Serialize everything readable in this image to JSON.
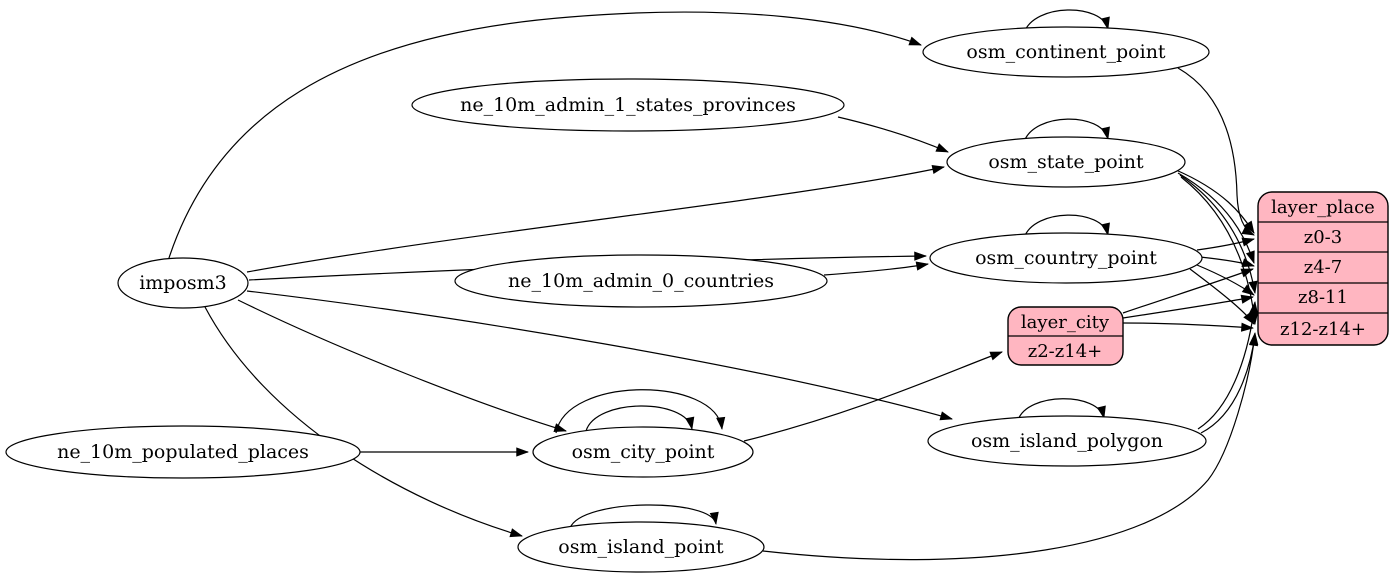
{
  "diagram": {
    "type": "etl-dependency-graph",
    "colors": {
      "background": "#ffffff",
      "node_fill": "#ffffff",
      "record_fill": "#ffb6c1",
      "stroke": "#000000",
      "text": "#000000"
    },
    "nodes": {
      "imposm3": {
        "label": "imposm3",
        "shape": "ellipse"
      },
      "ne_10m_admin_1_states_provinces": {
        "label": "ne_10m_admin_1_states_provinces",
        "shape": "ellipse"
      },
      "ne_10m_admin_0_countries": {
        "label": "ne_10m_admin_0_countries",
        "shape": "ellipse"
      },
      "ne_10m_populated_places": {
        "label": "ne_10m_populated_places",
        "shape": "ellipse"
      },
      "osm_continent_point": {
        "label": "osm_continent_point",
        "shape": "ellipse"
      },
      "osm_state_point": {
        "label": "osm_state_point",
        "shape": "ellipse"
      },
      "osm_country_point": {
        "label": "osm_country_point",
        "shape": "ellipse"
      },
      "osm_city_point": {
        "label": "osm_city_point",
        "shape": "ellipse"
      },
      "osm_island_polygon": {
        "label": "osm_island_polygon",
        "shape": "ellipse"
      },
      "osm_island_point": {
        "label": "osm_island_point",
        "shape": "ellipse"
      },
      "layer_city": {
        "label": "layer_city",
        "shape": "record",
        "rows": [
          "z2-z14+"
        ]
      },
      "layer_place": {
        "label": "layer_place",
        "shape": "record",
        "rows": [
          "z0-3",
          "z4-7",
          "z8-11",
          "z12-z14+"
        ]
      }
    },
    "edges": [
      {
        "from": "imposm3",
        "to": "osm_continent_point"
      },
      {
        "from": "imposm3",
        "to": "osm_state_point"
      },
      {
        "from": "imposm3",
        "to": "osm_country_point"
      },
      {
        "from": "imposm3",
        "to": "osm_city_point"
      },
      {
        "from": "imposm3",
        "to": "osm_island_polygon"
      },
      {
        "from": "imposm3",
        "to": "osm_island_point"
      },
      {
        "from": "ne_10m_admin_1_states_provinces",
        "to": "osm_state_point"
      },
      {
        "from": "ne_10m_admin_0_countries",
        "to": "osm_country_point"
      },
      {
        "from": "ne_10m_populated_places",
        "to": "osm_city_point"
      },
      {
        "from": "osm_continent_point",
        "to": "osm_continent_point",
        "self_loop": true
      },
      {
        "from": "osm_state_point",
        "to": "osm_state_point",
        "self_loop": true
      },
      {
        "from": "osm_country_point",
        "to": "osm_country_point",
        "self_loop": true
      },
      {
        "from": "osm_city_point",
        "to": "osm_city_point",
        "self_loop": true
      },
      {
        "from": "osm_city_point",
        "to": "osm_city_point",
        "self_loop": true
      },
      {
        "from": "osm_island_polygon",
        "to": "osm_island_polygon",
        "self_loop": true
      },
      {
        "from": "osm_island_point",
        "to": "osm_island_point",
        "self_loop": true
      },
      {
        "from": "osm_continent_point",
        "to": "layer_place",
        "port": "z0-3"
      },
      {
        "from": "osm_state_point",
        "to": "layer_place",
        "port": "z0-3"
      },
      {
        "from": "osm_state_point",
        "to": "layer_place",
        "port": "z4-7"
      },
      {
        "from": "osm_state_point",
        "to": "layer_place",
        "port": "z8-11"
      },
      {
        "from": "osm_state_point",
        "to": "layer_place",
        "port": "z12-z14+"
      },
      {
        "from": "osm_country_point",
        "to": "layer_place",
        "port": "z0-3"
      },
      {
        "from": "osm_country_point",
        "to": "layer_place",
        "port": "z4-7"
      },
      {
        "from": "osm_country_point",
        "to": "layer_place",
        "port": "z8-11"
      },
      {
        "from": "osm_country_point",
        "to": "layer_place",
        "port": "z12-z14+"
      },
      {
        "from": "osm_city_point",
        "to": "layer_city",
        "port": "z2-z14+"
      },
      {
        "from": "layer_city",
        "to": "layer_place",
        "port": "z4-7"
      },
      {
        "from": "layer_city",
        "to": "layer_place",
        "port": "z8-11"
      },
      {
        "from": "layer_city",
        "to": "layer_place",
        "port": "z12-z14+"
      },
      {
        "from": "osm_island_polygon",
        "to": "layer_place",
        "port": "z8-11"
      },
      {
        "from": "osm_island_polygon",
        "to": "layer_place",
        "port": "z12-z14+"
      },
      {
        "from": "osm_island_point",
        "to": "layer_place",
        "port": "z12-z14+"
      }
    ]
  }
}
